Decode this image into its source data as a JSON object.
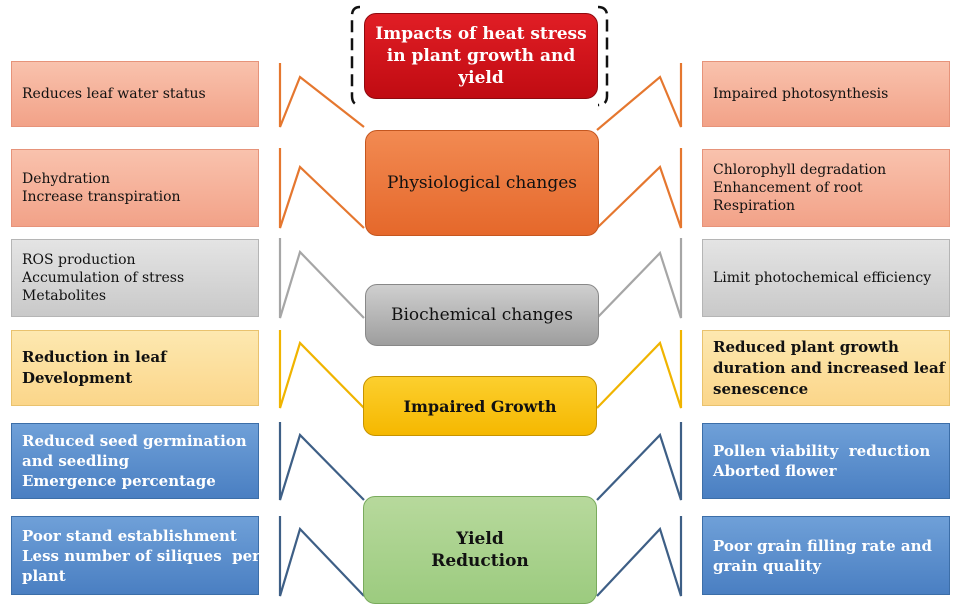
{
  "title": [
    "Impacts of heat stress",
    "in plant growth and",
    "yield"
  ],
  "stages": {
    "physiological": [
      "Physiological changes"
    ],
    "biochemical": [
      "Biochemical changes"
    ],
    "growth": [
      "Impaired Growth"
    ],
    "yield": [
      "Yield",
      "Reduction"
    ]
  },
  "left": {
    "b1": [
      "Reduces leaf water status"
    ],
    "b2": [
      "Dehydration",
      "Increase transpiration"
    ],
    "b3": [
      "ROS production",
      "Accumulation of stress",
      "Metabolites"
    ],
    "b4": [
      "Reduction in leaf",
      "Development"
    ],
    "b5": [
      "Reduced seed germination",
      "and seedling",
      "Emergence percentage"
    ],
    "b6": [
      "Poor stand establishment",
      "Less number of siliques  per",
      "plant"
    ]
  },
  "right": {
    "b1": [
      "Impaired photosynthesis"
    ],
    "b2": [
      "Chlorophyll degradation",
      "Enhancement of root",
      "Respiration"
    ],
    "b3": [
      "Limit photochemical efficiency"
    ],
    "b4": [
      "Reduced plant growth",
      "duration and increased leaf",
      "senescence"
    ],
    "b5": [
      "Pollen viability  reduction",
      "Aborted flower"
    ],
    "b6": [
      "Poor grain filling rate and",
      "grain quality"
    ]
  },
  "colors": {
    "title": "#d7141b",
    "physiological": "#ec7633",
    "biochemical": "#b8b8b8",
    "growth": "#f9c20b",
    "yield": "#a9d18e",
    "connector_orange": "#e5772f",
    "connector_grey": "#a6a6a6",
    "connector_yellow": "#f0b400",
    "connector_blue": "#3e5f86"
  }
}
